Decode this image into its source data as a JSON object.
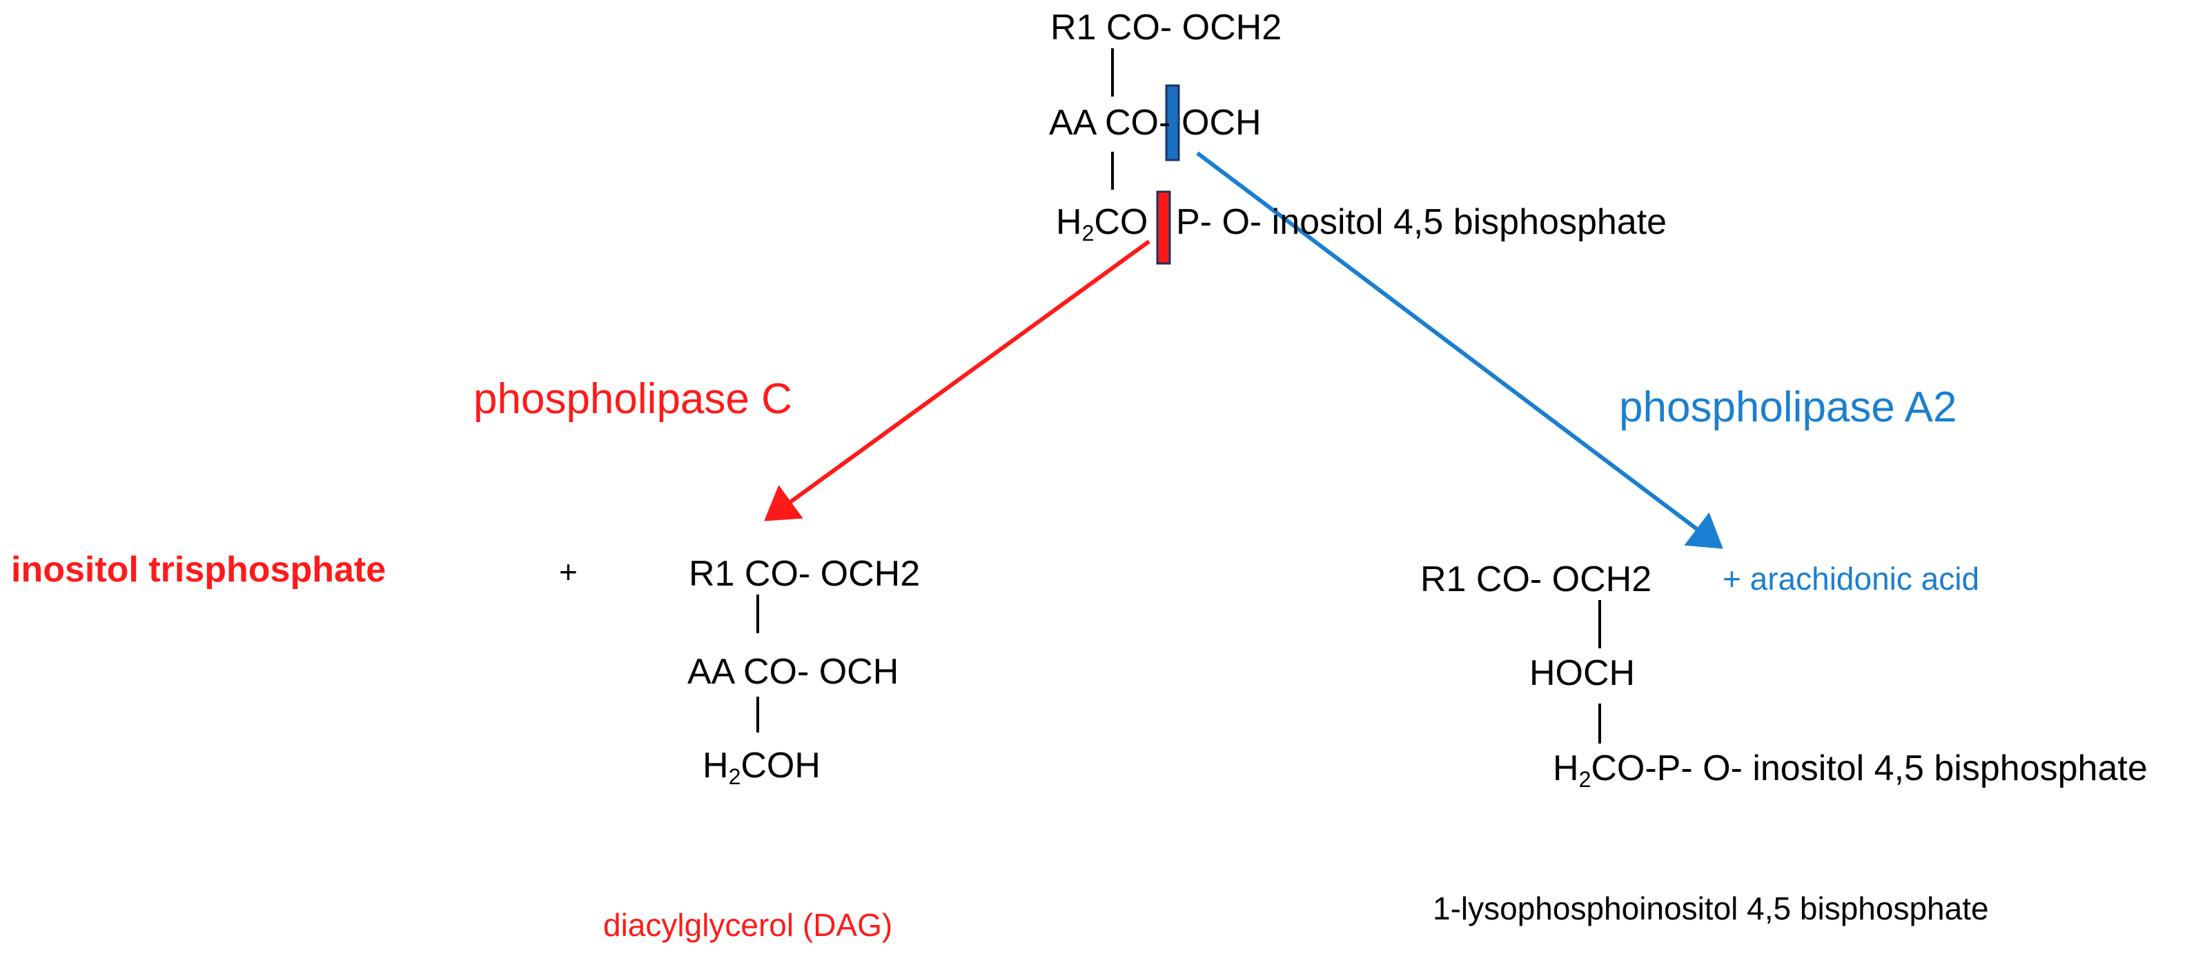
{
  "colors": {
    "red": "#ff1a1a",
    "blue": "#1a7fd0",
    "black": "#000000"
  },
  "substrate": {
    "line1": "R1 CO- OCH2",
    "line2_left": "AA CO-",
    "line2_right": "OCH",
    "line3_h": "H",
    "line3_sub": "2",
    "line3_co": "CO",
    "line3_right": "P- O- inositol 4,5 bisphosphate"
  },
  "enzymes": {
    "plc": "phospholipase C",
    "pla2": "phospholipase A2"
  },
  "plc_products": {
    "ip3": "inositol trisphosphate",
    "plus": "+",
    "dag_line1": "R1 CO- OCH2",
    "dag_line2": "AA CO- OCH",
    "dag_line3_h": "H",
    "dag_line3_sub": "2",
    "dag_line3_rest": "COH",
    "dag_name": "diacylglycerol (DAG)"
  },
  "pla2_products": {
    "line1": "R1 CO- OCH2",
    "arachidonic": "+ arachidonic acid",
    "line2": "HOCH",
    "line3_h": "H",
    "line3_sub": "2",
    "line3_rest": "CO-P- O- inositol 4,5 bisphosphate",
    "name": "1-lysophosphoinositol 4,5 bisphosphate"
  }
}
